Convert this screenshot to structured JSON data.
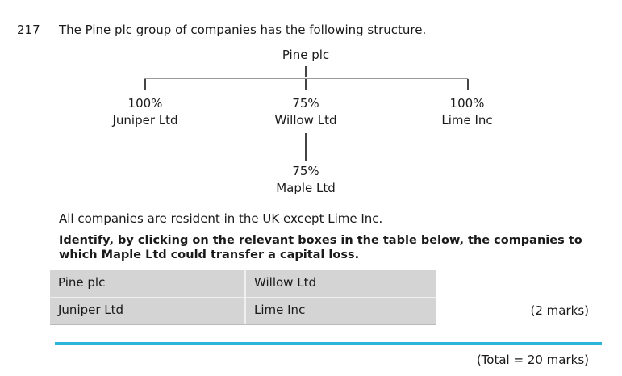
{
  "question": {
    "number": "217",
    "text": "The Pine plc group of companies has the following structure."
  },
  "structure": {
    "parent": "Pine plc",
    "children": [
      {
        "percent": "100%",
        "name": "Juniper Ltd"
      },
      {
        "percent": "75%",
        "name": "Willow Ltd"
      },
      {
        "percent": "100%",
        "name": "Lime Inc"
      }
    ],
    "grandchild": {
      "percent": "75%",
      "name": "Maple Ltd"
    }
  },
  "info": "All companies are resident in the UK except Lime Inc.",
  "instruction": "Identify, by clicking on the relevant boxes in the table below, the companies to which Maple Ltd could transfer a capital loss.",
  "options": [
    [
      "Pine plc",
      "Willow Ltd"
    ],
    [
      "Juniper Ltd",
      "Lime Inc"
    ]
  ],
  "marks": "(2 marks)",
  "total": "(Total = 20 marks)",
  "colors": {
    "rule": "#2cb5d9",
    "table_bg": "#d4d4d4"
  }
}
